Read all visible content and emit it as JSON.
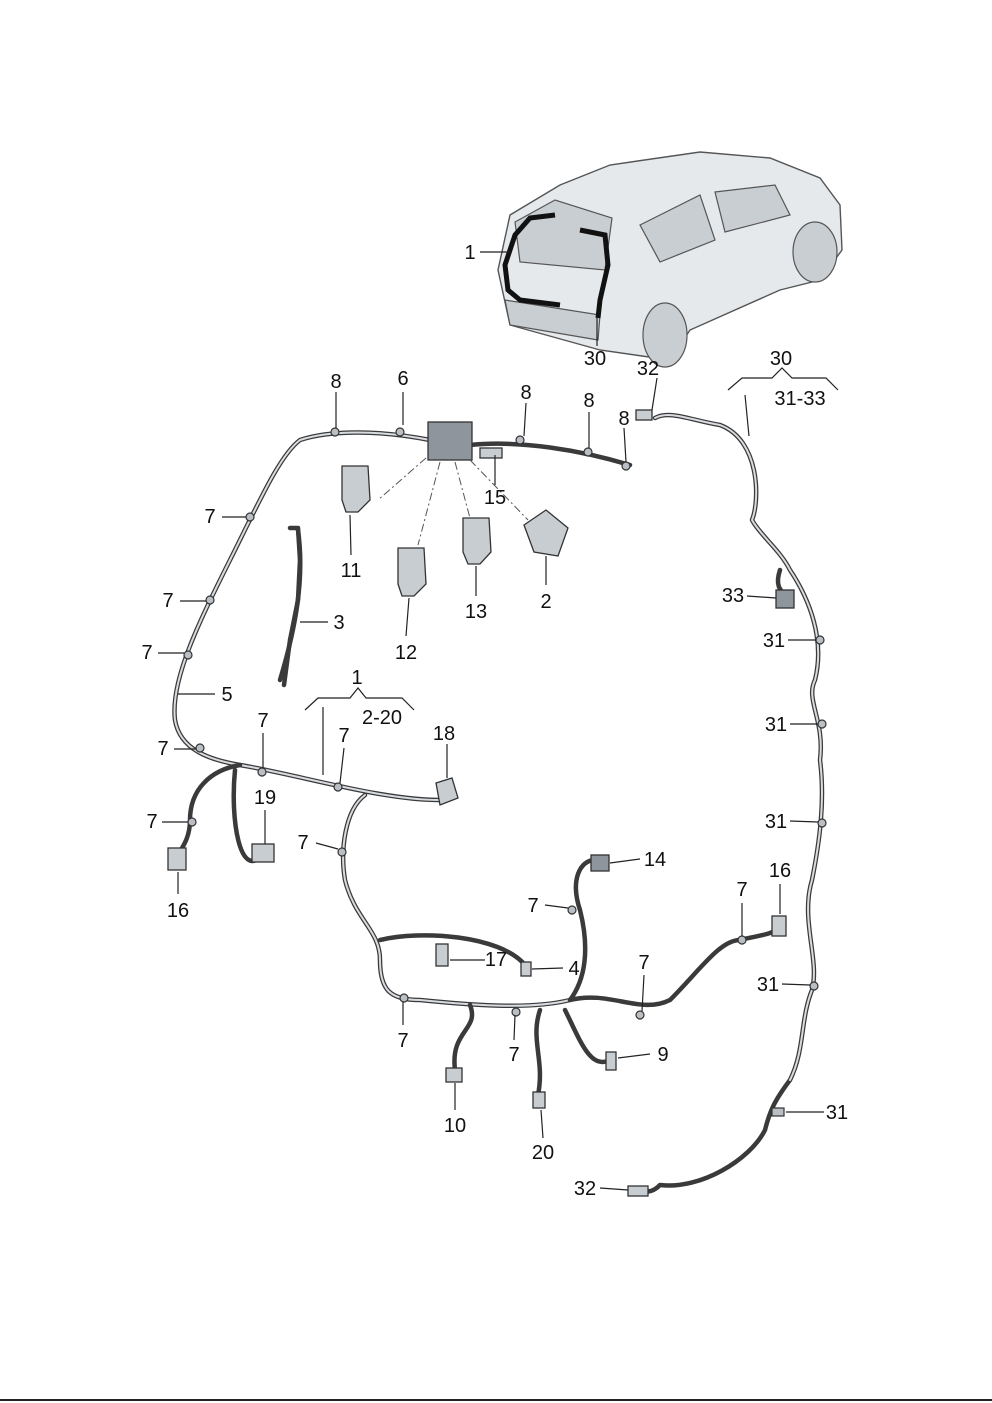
{
  "diagram": {
    "title_visible": false,
    "labels": [
      "1",
      "30",
      "30",
      "31-33",
      "32",
      "8",
      "6",
      "8",
      "8",
      "8",
      "15",
      "7",
      "7",
      "7",
      "5",
      "3",
      "11",
      "12",
      "13",
      "2",
      "1",
      "2-20",
      "18",
      "7",
      "7",
      "7",
      "19",
      "7",
      "16",
      "7",
      "14",
      "7",
      "16",
      "7",
      "17",
      "4",
      "7",
      "7",
      "7",
      "9",
      "10",
      "20",
      "33",
      "31",
      "31",
      "31",
      "31",
      "31",
      "32"
    ]
  },
  "colors": {
    "wire": "#3a3a3a",
    "part": "#c8cdd2",
    "seal": "#111111"
  }
}
